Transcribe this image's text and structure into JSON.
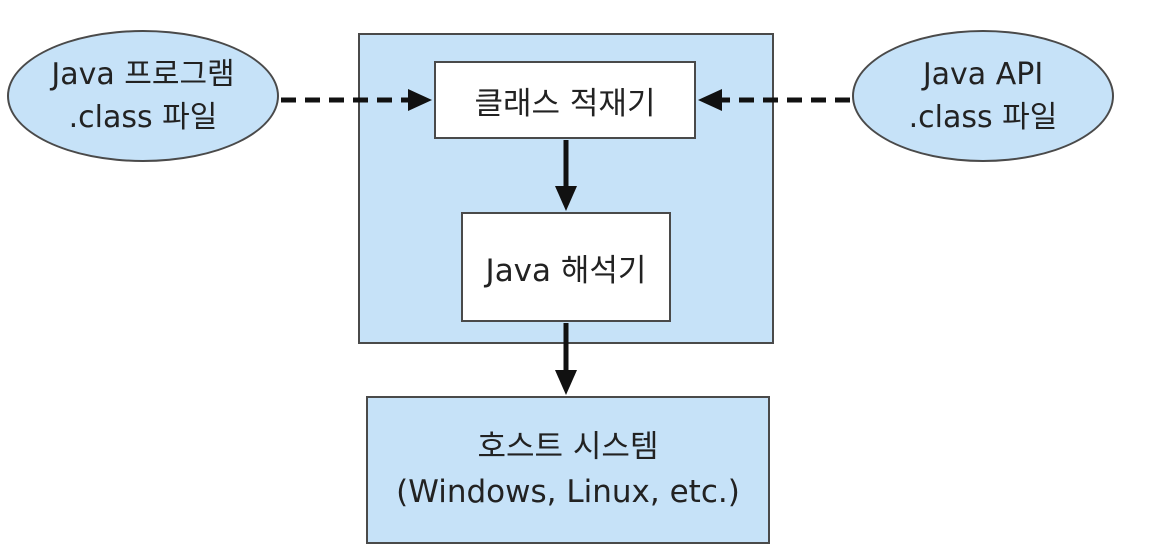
{
  "source_left": {
    "line1": "Java 프로그램",
    "line2": ".class 파일"
  },
  "source_right": {
    "line1": "Java API",
    "line2": ".class 파일"
  },
  "jvm": {
    "class_loader": "클래스 적재기",
    "interpreter": "Java 해석기"
  },
  "host": {
    "line1": "호스트 시스템",
    "line2": "(Windows, Linux, etc.)"
  },
  "colors": {
    "fill": "#c6e2f8",
    "box": "#ffffff",
    "stroke": "#4a4a4a",
    "arrow": "#111111"
  }
}
